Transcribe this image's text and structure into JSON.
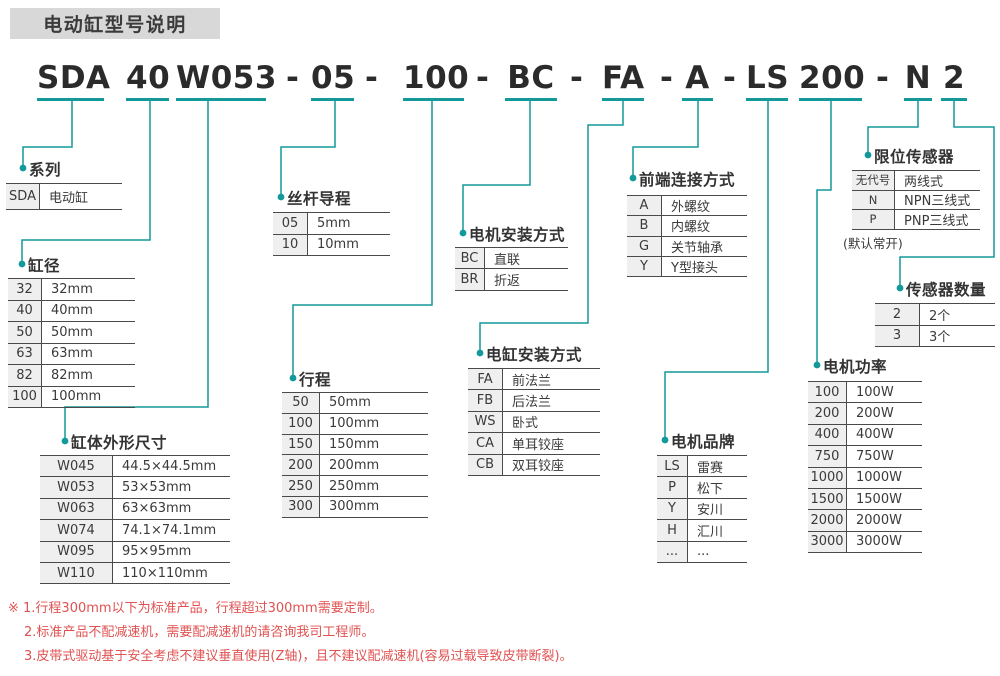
{
  "page_title": "电动缸型号说明",
  "model": {
    "separator": "-",
    "segments": [
      {
        "id": "series",
        "code": "SDA"
      },
      {
        "id": "bore",
        "code": "40"
      },
      {
        "id": "body-size",
        "code": "W053"
      },
      {
        "id": "lead",
        "code": "05"
      },
      {
        "id": "stroke",
        "code": "100"
      },
      {
        "id": "motor-mount",
        "code": "BC"
      },
      {
        "id": "cyl-mount",
        "code": "FA"
      },
      {
        "id": "front-conn",
        "code": "A"
      },
      {
        "id": "motor-brand",
        "code": "LS"
      },
      {
        "id": "motor-power",
        "code": "200"
      },
      {
        "id": "limit-sensor",
        "code": "N"
      },
      {
        "id": "sensor-qty",
        "code": "2"
      }
    ]
  },
  "tables": [
    {
      "id": "series",
      "title": "系列",
      "rows": [
        [
          "SDA",
          "电动缸"
        ]
      ]
    },
    {
      "id": "bore",
      "title": "缸径",
      "rows": [
        [
          "32",
          "32mm"
        ],
        [
          "40",
          "40mm"
        ],
        [
          "50",
          "50mm"
        ],
        [
          "63",
          "63mm"
        ],
        [
          "82",
          "82mm"
        ],
        [
          "100",
          "100mm"
        ]
      ]
    },
    {
      "id": "body-size",
      "title": "缸体外形尺寸",
      "rows": [
        [
          "W045",
          "44.5×44.5mm"
        ],
        [
          "W053",
          "53×53mm"
        ],
        [
          "W063",
          "63×63mm"
        ],
        [
          "W074",
          "74.1×74.1mm"
        ],
        [
          "W095",
          "95×95mm"
        ],
        [
          "W110",
          "110×110mm"
        ]
      ]
    },
    {
      "id": "lead",
      "title": "丝杆导程",
      "rows": [
        [
          "05",
          "5mm"
        ],
        [
          "10",
          "10mm"
        ]
      ]
    },
    {
      "id": "stroke",
      "title": "行程",
      "rows": [
        [
          "50",
          "50mm"
        ],
        [
          "100",
          "100mm"
        ],
        [
          "150",
          "150mm"
        ],
        [
          "200",
          "200mm"
        ],
        [
          "250",
          "250mm"
        ],
        [
          "300",
          "300mm"
        ]
      ]
    },
    {
      "id": "motor-mount",
      "title": "电机安装方式",
      "rows": [
        [
          "BC",
          "直联"
        ],
        [
          "BR",
          "折返"
        ]
      ]
    },
    {
      "id": "cyl-mount",
      "title": "电缸安装方式",
      "rows": [
        [
          "FA",
          "前法兰"
        ],
        [
          "FB",
          "后法兰"
        ],
        [
          "WS",
          "卧式"
        ],
        [
          "CA",
          "单耳铰座"
        ],
        [
          "CB",
          "双耳铰座"
        ]
      ]
    },
    {
      "id": "front-conn",
      "title": "前端连接方式",
      "rows": [
        [
          "A",
          "外螺纹"
        ],
        [
          "B",
          "内螺纹"
        ],
        [
          "G",
          "关节轴承"
        ],
        [
          "Y",
          "Y型接头"
        ]
      ]
    },
    {
      "id": "motor-brand",
      "title": "电机品牌",
      "rows": [
        [
          "LS",
          "雷赛"
        ],
        [
          "P",
          "松下"
        ],
        [
          "Y",
          "安川"
        ],
        [
          "H",
          "汇川"
        ],
        [
          "...",
          "..."
        ]
      ]
    },
    {
      "id": "motor-power",
      "title": "电机功率",
      "rows": [
        [
          "100",
          "100W"
        ],
        [
          "200",
          "200W"
        ],
        [
          "400",
          "400W"
        ],
        [
          "750",
          "750W"
        ],
        [
          "1000",
          "1000W"
        ],
        [
          "1500",
          "1500W"
        ],
        [
          "2000",
          "2000W"
        ],
        [
          "3000",
          "3000W"
        ]
      ]
    },
    {
      "id": "limit-sensor",
      "title": "限位传感器",
      "note": "(默认常开)",
      "rows": [
        [
          "无代号",
          "两线式"
        ],
        [
          "N",
          "NPN三线式"
        ],
        [
          "P",
          "PNP三线式"
        ]
      ]
    },
    {
      "id": "sensor-qty",
      "title": "传感器数量",
      "rows": [
        [
          "2",
          "2个"
        ],
        [
          "3",
          "3个"
        ]
      ]
    }
  ],
  "footnotes": [
    "※ 1.行程300mm以下为标准产品，行程超过300mm需要定制。",
    "2.标准产品不配减速机，需要配减速机的请咨询我司工程师。",
    "3.皮带式驱动基于安全考虑不建议垂直使用(Z轴)，且不建议配减速机(容易过载导致皮带断裂)。"
  ],
  "colors": {
    "accent_teal": "#14999a",
    "note_red": "#e05251",
    "title_bg": "#d8d8d8",
    "code_cell_bg": "#f0efef"
  }
}
